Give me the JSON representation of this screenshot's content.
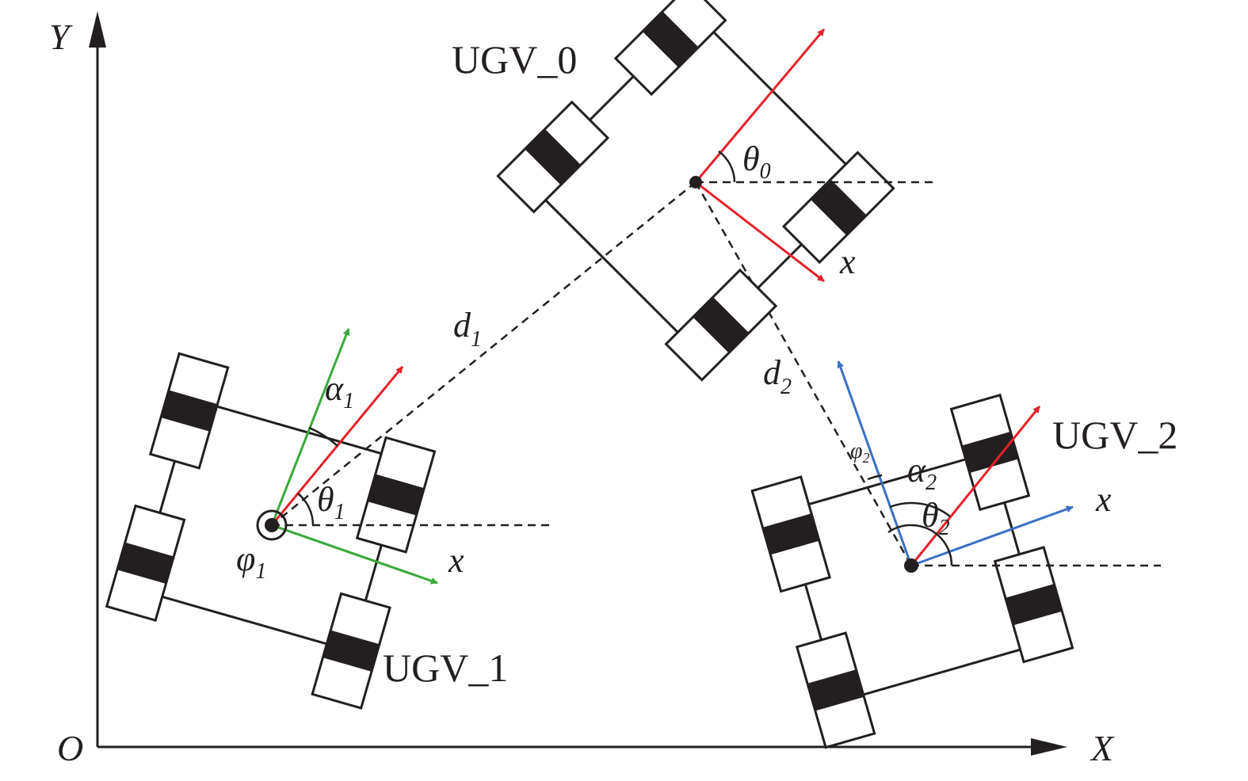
{
  "figure": {
    "origin_label": "O",
    "x_axis_label": "X",
    "y_axis_label": "Y"
  },
  "vehicles": [
    {
      "name": "UGV_0",
      "heading_label": "x",
      "theta": "θ",
      "theta_sub": "0"
    },
    {
      "name": "UGV_1",
      "heading_label": "x",
      "theta": "θ",
      "theta_sub": "1",
      "alpha": "α",
      "alpha_sub": "1",
      "phi": "φ",
      "phi_sub": "1"
    },
    {
      "name": "UGV_2",
      "heading_label": "x",
      "theta": "θ",
      "theta_sub": "2",
      "alpha": "α",
      "alpha_sub": "2",
      "phi": "φ",
      "phi_sub": "2"
    }
  ],
  "distances": [
    {
      "symbol": "d",
      "sub": "1"
    },
    {
      "symbol": "d",
      "sub": "2"
    }
  ],
  "colors": {
    "ink": "#231f20",
    "red": "#e8212a",
    "green": "#3aa83a",
    "blue": "#3b6fc4"
  }
}
